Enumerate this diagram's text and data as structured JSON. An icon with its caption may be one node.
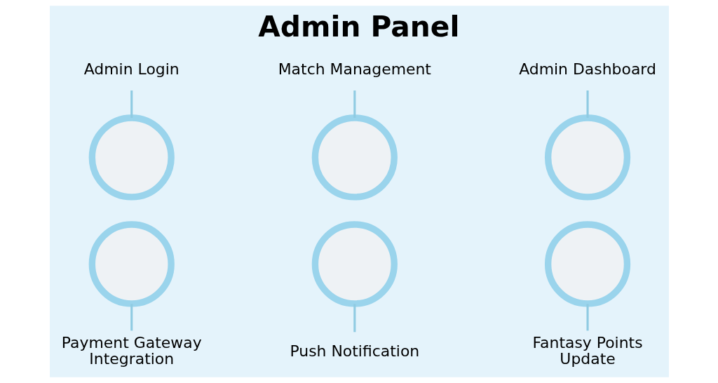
{
  "diagram": {
    "title": "Admin Panel",
    "nodes": [
      {
        "text": [
          "Admin Login"
        ]
      },
      {
        "text": [
          "Match Management"
        ]
      },
      {
        "text": [
          "Admin Dashboard"
        ]
      },
      {
        "text": [],
        "shape": "circle"
      },
      {
        "text": [],
        "shape": "circle"
      },
      {
        "text": [],
        "shape": "circle"
      },
      {
        "text": [],
        "shape": "circle"
      },
      {
        "text": [],
        "shape": "circle"
      },
      {
        "text": [],
        "shape": "circle"
      },
      {
        "text": [
          "Payment Gateway Integration"
        ]
      },
      {
        "text": [
          "Push Notification"
        ]
      },
      {
        "text": [
          "Fantasy Points Update"
        ]
      }
    ],
    "edges": [
      {
        "from": 0,
        "to": 3,
        "arrow": "none"
      },
      {
        "from": 1,
        "to": 4,
        "arrow": "none"
      },
      {
        "from": 2,
        "to": 5,
        "arrow": "none"
      },
      {
        "from": 6,
        "to": 9,
        "arrow": "none"
      },
      {
        "from": 7,
        "to": 10,
        "arrow": "none"
      },
      {
        "from": 8,
        "to": 11,
        "arrow": "none"
      }
    ]
  }
}
